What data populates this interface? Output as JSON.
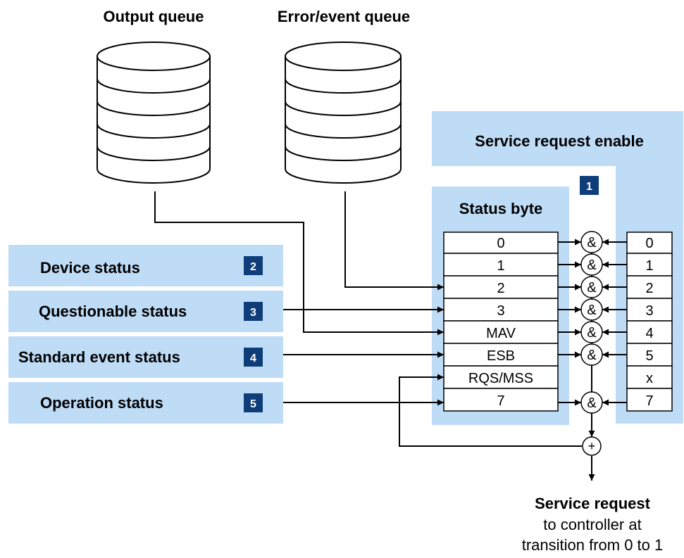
{
  "queues": {
    "output": {
      "label": "Output queue"
    },
    "error_event": {
      "label": "Error/event queue"
    }
  },
  "service_request_enable": {
    "title": "Service request enable",
    "badge": "1",
    "bits": [
      "0",
      "1",
      "2",
      "3",
      "4",
      "5",
      "x",
      "7"
    ]
  },
  "status_byte": {
    "title": "Status byte",
    "bits": [
      "0",
      "1",
      "2",
      "3",
      "MAV",
      "ESB",
      "RQS/MSS",
      "7"
    ]
  },
  "registers": [
    {
      "label": "Device status",
      "badge": "2"
    },
    {
      "label": "Questionable status",
      "badge": "3"
    },
    {
      "label": "Standard event status",
      "badge": "4"
    },
    {
      "label": "Operation status",
      "badge": "5"
    }
  ],
  "gates": {
    "and_symbol": "&",
    "or_symbol": "+"
  },
  "output": {
    "title": "Service request",
    "line1": "to controller at",
    "line2": "transition from 0 to 1"
  },
  "colors": {
    "panel_fill": "#bfdcf7",
    "badge_fill": "#0f3d7a",
    "line": "#000000"
  }
}
